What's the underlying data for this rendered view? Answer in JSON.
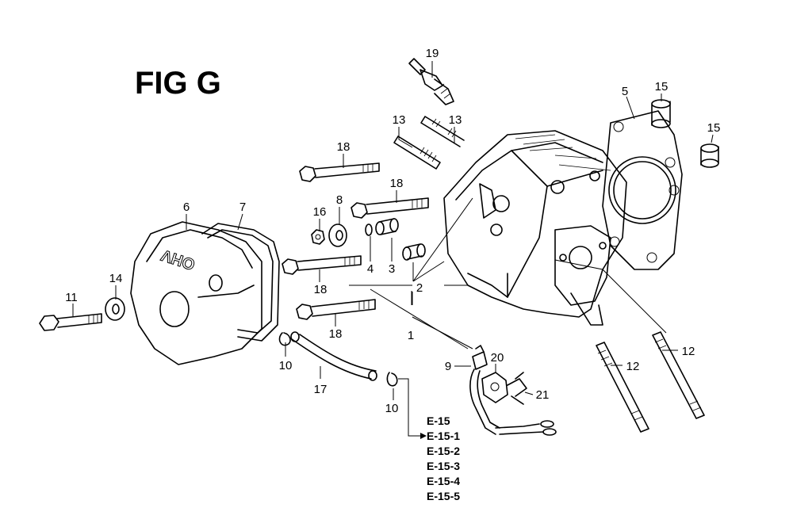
{
  "figure": {
    "title": "FIG G"
  },
  "callouts": [
    {
      "id": "c19",
      "label": "19"
    },
    {
      "id": "c13a",
      "label": "13"
    },
    {
      "id": "c13b",
      "label": "13"
    },
    {
      "id": "c5",
      "label": "5"
    },
    {
      "id": "c15a",
      "label": "15"
    },
    {
      "id": "c15b",
      "label": "15"
    },
    {
      "id": "c18a",
      "label": "18"
    },
    {
      "id": "c18b",
      "label": "18"
    },
    {
      "id": "c18c",
      "label": "18"
    },
    {
      "id": "c18d",
      "label": "18"
    },
    {
      "id": "c16",
      "label": "16"
    },
    {
      "id": "c8",
      "label": "8"
    },
    {
      "id": "c6",
      "label": "6"
    },
    {
      "id": "c7",
      "label": "7"
    },
    {
      "id": "c4",
      "label": "4"
    },
    {
      "id": "c3",
      "label": "3"
    },
    {
      "id": "c2",
      "label": "2"
    },
    {
      "id": "c1",
      "label": "1"
    },
    {
      "id": "c14",
      "label": "14"
    },
    {
      "id": "c11",
      "label": "11"
    },
    {
      "id": "c10a",
      "label": "10"
    },
    {
      "id": "c10b",
      "label": "10"
    },
    {
      "id": "c17",
      "label": "17"
    },
    {
      "id": "c9",
      "label": "9"
    },
    {
      "id": "c20",
      "label": "20"
    },
    {
      "id": "c21",
      "label": "21"
    },
    {
      "id": "c12a",
      "label": "12"
    },
    {
      "id": "c12b",
      "label": "12"
    }
  ],
  "references": [
    "E-15",
    "E-15-1",
    "E-15-2",
    "E-15-3",
    "E-15-4",
    "E-15-5"
  ],
  "cover_logo": "OHV"
}
